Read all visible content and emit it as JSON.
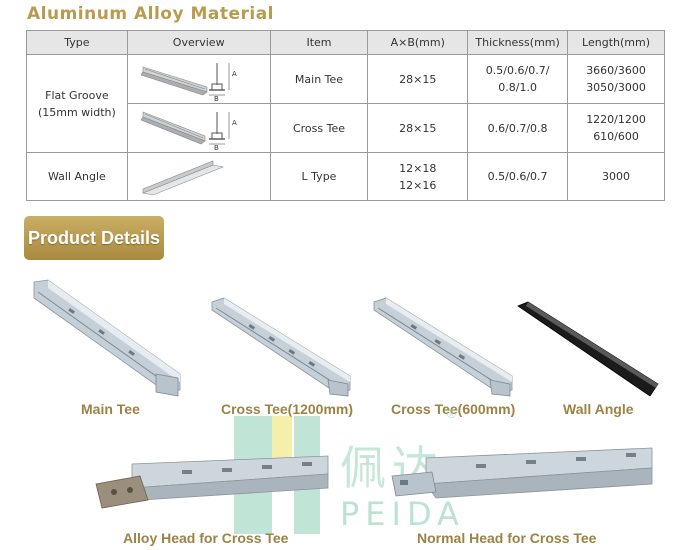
{
  "title": "Aluminum Alloy Material",
  "table": {
    "headers": [
      "Type",
      "Overview",
      "Item",
      "A×B(mm)",
      "Thickness(mm)",
      "Length(mm)"
    ],
    "rows": [
      {
        "type": "Flat Groove",
        "type2": "(15mm width)",
        "item": "Main Tee",
        "ab": "28×15",
        "ab2": "",
        "thk": "0.5/0.6/0.7/",
        "thk2": "0.8/1.0",
        "len": "3660/3600",
        "len2": "3050/3000"
      },
      {
        "item": "Cross Tee",
        "ab": "28×15",
        "ab2": "",
        "thk": "0.6/0.7/0.8",
        "thk2": "",
        "len": "1220/1200",
        "len2": "610/600"
      },
      {
        "type": "Wall Angle",
        "item": "L Type",
        "ab": "12×18",
        "ab2": "12×16",
        "thk": "0.5/0.6/0.7",
        "thk2": "",
        "len": "3000",
        "len2": ""
      }
    ],
    "diagram_labels": {
      "a": "A",
      "b": "B"
    }
  },
  "product_details_label": "Product Details",
  "products": [
    {
      "caption": "Main Tee"
    },
    {
      "caption": "Cross Tee(1200mm)"
    },
    {
      "caption": "Cross Tee(600mm)"
    },
    {
      "caption": "Wall Angle"
    },
    {
      "caption": "Alloy Head for Cross Tee"
    },
    {
      "caption": "Normal Head for Cross Tee"
    }
  ],
  "logo": {
    "text": "PEIDA",
    "cn": "佩达",
    "reg": "®"
  }
}
